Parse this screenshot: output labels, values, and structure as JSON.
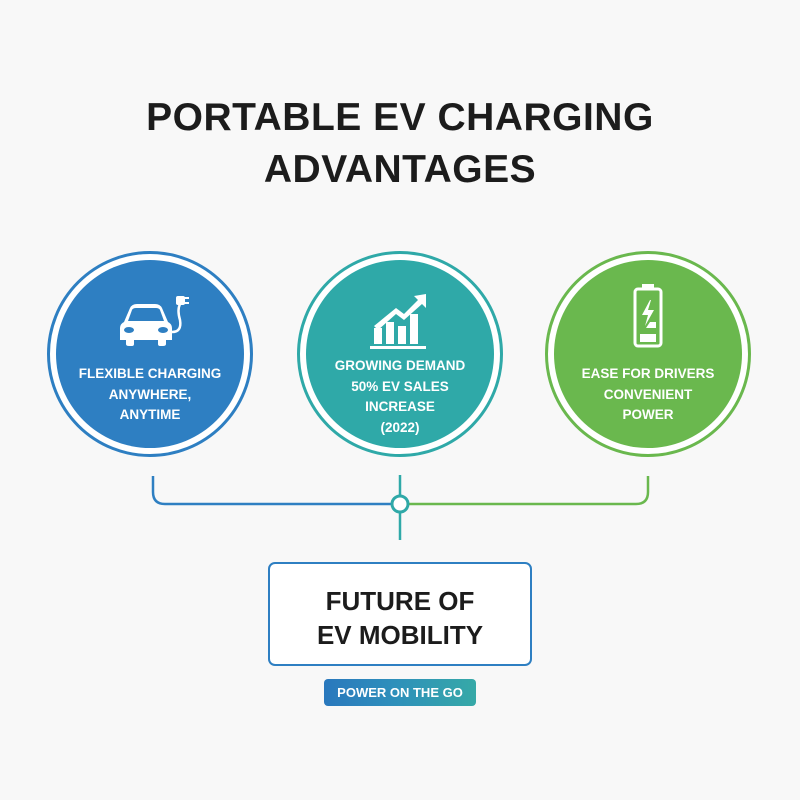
{
  "title": {
    "line1": "PORTABLE EV CHARGING",
    "line2": "ADVANTAGES"
  },
  "colors": {
    "blue": "#2e7fc2",
    "teal": "#2fa9a8",
    "green": "#6ab84e",
    "text_dark": "#1c1c1c",
    "background": "#f8f8f8"
  },
  "advantages": [
    {
      "icon": "car-plug-icon",
      "lines": [
        "FLEXIBLE CHARGING",
        "ANYWHERE,",
        "ANYTIME"
      ]
    },
    {
      "icon": "chart-growth-icon",
      "lines": [
        "GROWING DEMAND",
        "50% EV SALES",
        "INCREASE",
        "(2022)"
      ]
    },
    {
      "icon": "battery-charging-icon",
      "lines": [
        "EASE FOR DRIVERS",
        "CONVENIENT",
        "POWER"
      ]
    }
  ],
  "outcome": {
    "line1": "FUTURE OF",
    "line2": "EV MOBILITY",
    "tagline": "POWER ON THE GO"
  }
}
